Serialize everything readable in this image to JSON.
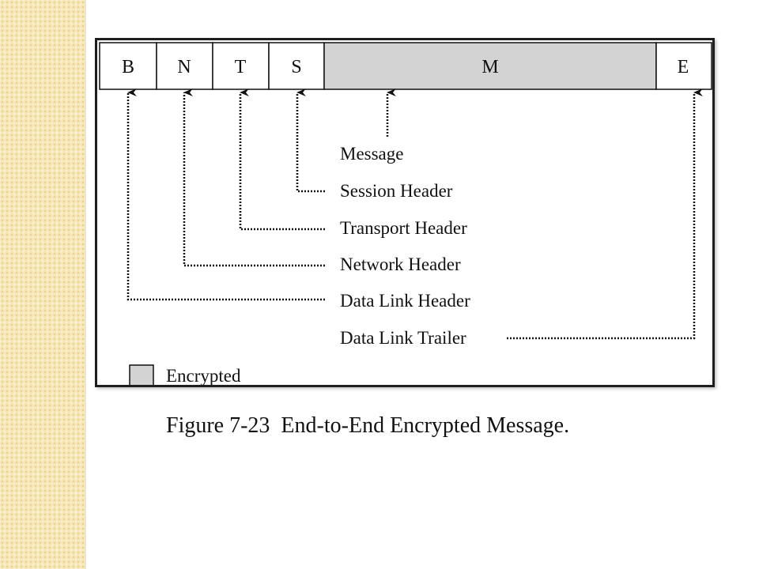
{
  "figure": {
    "fields": [
      {
        "label": "B",
        "encrypted": false
      },
      {
        "label": "N",
        "encrypted": false
      },
      {
        "label": "T",
        "encrypted": false
      },
      {
        "label": "S",
        "encrypted": false
      },
      {
        "label": "M",
        "encrypted": true
      },
      {
        "label": "E",
        "encrypted": false
      }
    ],
    "descriptions": [
      {
        "text": "Message",
        "points_to": "M"
      },
      {
        "text": "Session Header",
        "points_to": "S"
      },
      {
        "text": "Transport Header",
        "points_to": "T"
      },
      {
        "text": "Network Header",
        "points_to": "N"
      },
      {
        "text": "Data Link Header",
        "points_to": "B"
      },
      {
        "text": "Data Link Trailer",
        "points_to": "E"
      }
    ],
    "legend": {
      "label": "Encrypted"
    },
    "colors": {
      "encrypted_fill": "#d3d3d3",
      "line": "#111111",
      "band": "#f7e7b6"
    }
  },
  "caption": "Figure 7-23  End-to-End Encrypted Message."
}
